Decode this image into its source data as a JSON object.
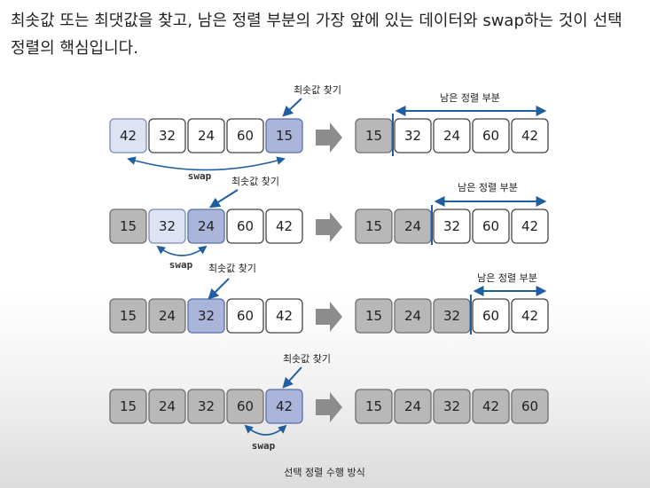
{
  "intro": {
    "line1": "최솟값 또는 최댓값을 찾고, 남은 정렬 부분의 가장 앞에 있는 데이터와 swap하는 것이 선택",
    "line2": "정렬의 핵심입니다."
  },
  "labels": {
    "find_min": "최솟값 찾기",
    "remaining": "남은 정렬 부분",
    "swap": "swap",
    "caption": "선택 정렬 수행 방식"
  },
  "colors": {
    "sorted": "#b8b8b8",
    "min_found": "#a9b5d9",
    "swap_target": "#dde3f2",
    "unsorted": "#ffffff",
    "accent": "#1f5fa0",
    "arrow": "#8c8c8c"
  },
  "steps": [
    {
      "before": [
        {
          "v": "42",
          "s": "swap_target"
        },
        {
          "v": "32",
          "s": "unsorted"
        },
        {
          "v": "24",
          "s": "unsorted"
        },
        {
          "v": "60",
          "s": "unsorted"
        },
        {
          "v": "15",
          "s": "min_found"
        }
      ],
      "after": [
        {
          "v": "15",
          "s": "sorted"
        },
        {
          "v": "32",
          "s": "unsorted"
        },
        {
          "v": "24",
          "s": "unsorted"
        },
        {
          "v": "60",
          "s": "unsorted"
        },
        {
          "v": "42",
          "s": "unsorted"
        }
      ]
    },
    {
      "before": [
        {
          "v": "15",
          "s": "sorted"
        },
        {
          "v": "32",
          "s": "swap_target"
        },
        {
          "v": "24",
          "s": "min_found"
        },
        {
          "v": "60",
          "s": "unsorted"
        },
        {
          "v": "42",
          "s": "unsorted"
        }
      ],
      "after": [
        {
          "v": "15",
          "s": "sorted"
        },
        {
          "v": "24",
          "s": "sorted"
        },
        {
          "v": "32",
          "s": "unsorted"
        },
        {
          "v": "60",
          "s": "unsorted"
        },
        {
          "v": "42",
          "s": "unsorted"
        }
      ]
    },
    {
      "before": [
        {
          "v": "15",
          "s": "sorted"
        },
        {
          "v": "24",
          "s": "sorted"
        },
        {
          "v": "32",
          "s": "min_found"
        },
        {
          "v": "60",
          "s": "unsorted"
        },
        {
          "v": "42",
          "s": "unsorted"
        }
      ],
      "after": [
        {
          "v": "15",
          "s": "sorted"
        },
        {
          "v": "24",
          "s": "sorted"
        },
        {
          "v": "32",
          "s": "sorted"
        },
        {
          "v": "60",
          "s": "unsorted"
        },
        {
          "v": "42",
          "s": "unsorted"
        }
      ]
    },
    {
      "before": [
        {
          "v": "15",
          "s": "sorted"
        },
        {
          "v": "24",
          "s": "sorted"
        },
        {
          "v": "32",
          "s": "sorted"
        },
        {
          "v": "60",
          "s": "sorted"
        },
        {
          "v": "42",
          "s": "min_found"
        }
      ],
      "after": [
        {
          "v": "15",
          "s": "sorted"
        },
        {
          "v": "24",
          "s": "sorted"
        },
        {
          "v": "32",
          "s": "sorted"
        },
        {
          "v": "42",
          "s": "sorted"
        },
        {
          "v": "60",
          "s": "sorted"
        }
      ]
    }
  ]
}
